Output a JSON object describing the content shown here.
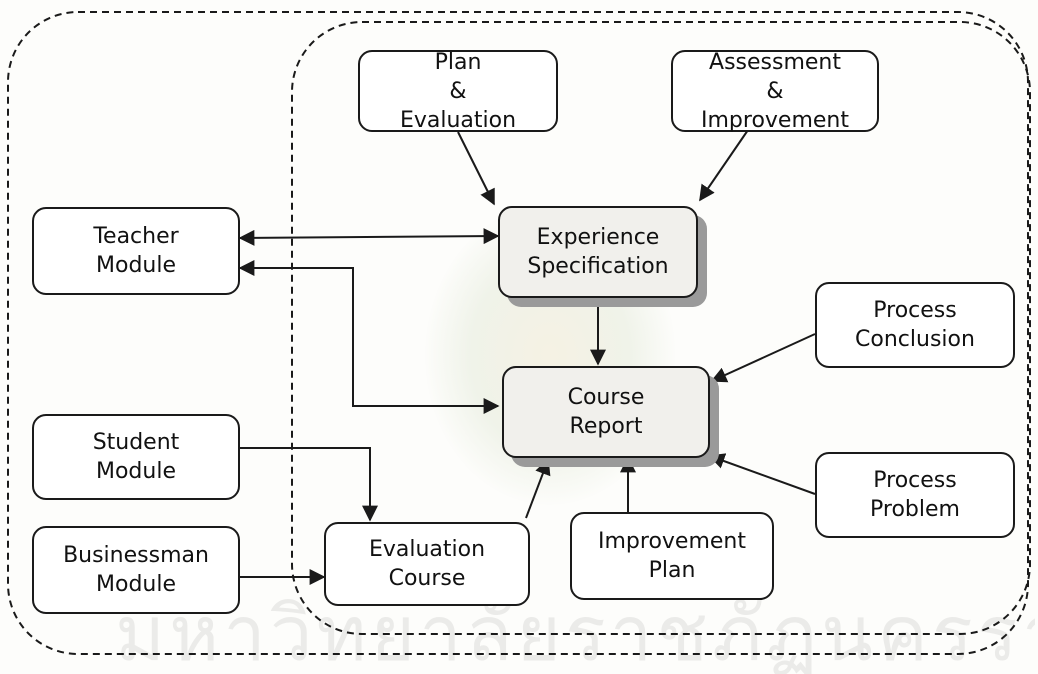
{
  "diagram": {
    "nodes": {
      "plan_evaluation": "Plan\n&\nEvaluation",
      "assessment_improvement": "Assessment\n&\nImprovement",
      "teacher_module": "Teacher\nModule",
      "experience_specification": "Experience\nSpecification",
      "process_conclusion": "Process\nConclusion",
      "course_report": "Course\nReport",
      "student_module": "Student\nModule",
      "process_problem": "Process\nProblem",
      "businessman_module": "Businessman\nModule",
      "evaluation_course": "Evaluation\nCourse",
      "improvement_plan": "Improvement\nPlan"
    },
    "edges": [
      {
        "from": "plan_evaluation",
        "to": "experience_specification"
      },
      {
        "from": "assessment_improvement",
        "to": "experience_specification"
      },
      {
        "from": "teacher_module",
        "to": "experience_specification",
        "bidirectional": true
      },
      {
        "from": "teacher_module",
        "to": "course_report",
        "bidirectional": true
      },
      {
        "from": "experience_specification",
        "to": "course_report"
      },
      {
        "from": "process_conclusion",
        "to": "course_report"
      },
      {
        "from": "process_problem",
        "to": "course_report"
      },
      {
        "from": "improvement_plan",
        "to": "course_report"
      },
      {
        "from": "evaluation_course",
        "to": "course_report"
      },
      {
        "from": "student_module",
        "to": "evaluation_course"
      },
      {
        "from": "businessman_module",
        "to": "evaluation_course"
      }
    ],
    "watermark_text": "มหาวิทยาลัยราชภัฏนครราชสีมา"
  },
  "colors": {
    "stroke": "#1a1a1a",
    "node_fill": "#ffffff",
    "shaded_fill": "#f1f0ec",
    "shadow": "#9a9a9a"
  }
}
